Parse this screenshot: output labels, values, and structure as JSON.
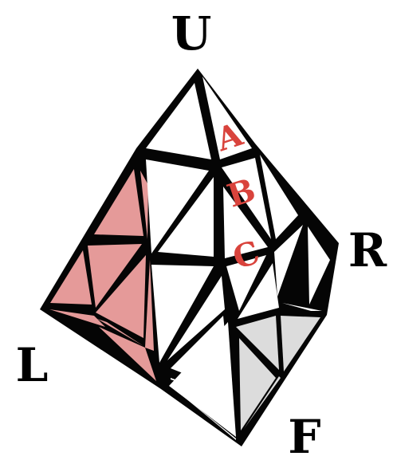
{
  "axis_labels": {
    "up": "U",
    "right": "R",
    "left": "L",
    "front": "F"
  },
  "sticker_letters": [
    "A",
    "B",
    "C"
  ],
  "colors": {
    "frame": "#050505",
    "sticker_white": "#ffffff",
    "sticker_shade": "#dcdcdc",
    "left_face_highlight": "#e59a99",
    "letter_red": "#d9433c"
  }
}
